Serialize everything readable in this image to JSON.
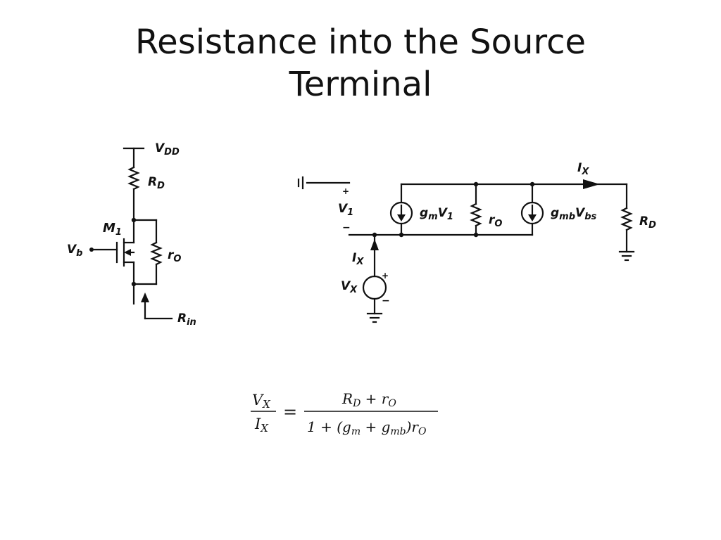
{
  "title": {
    "line1": "Resistance into the Source",
    "line2": "Terminal"
  },
  "left_circuit": {
    "vdd": "V",
    "vdd_sub": "DD",
    "rd": "R",
    "rd_sub": "D",
    "m1": "M",
    "m1_sub": "1",
    "vb": "V",
    "vb_sub": "b",
    "ro": "r",
    "ro_sub": "O",
    "rin": "R",
    "rin_sub": "in"
  },
  "right_circuit": {
    "v1": "V",
    "v1_sub": "1",
    "plus": "+",
    "minus": "−",
    "gm_v1_a": "g",
    "gm_v1_sub": "m",
    "gm_v1_b": "V",
    "gm_v1_sub2": "1",
    "ro": "r",
    "ro_sub": "O",
    "gmb_a": "g",
    "gmb_sub": "mb",
    "gmb_b": "V",
    "gmb_sub2": "bs",
    "ix_top": "I",
    "ix_top_sub": "X",
    "rd": "R",
    "rd_sub": "D",
    "ix_left": "I",
    "ix_left_sub": "X",
    "vx": "V",
    "vx_sub": "X"
  },
  "equation": {
    "lhs_num": "V",
    "lhs_num_sub": "X",
    "lhs_den": "I",
    "lhs_den_sub": "X",
    "equals": "=",
    "rhs_num": "R",
    "rhs_num_sub": "D",
    "rhs_num_mid": " + r",
    "rhs_num_sub2": "O",
    "rhs_den_a": "1 + (g",
    "rhs_den_sub1": "m",
    "rhs_den_b": " + g",
    "rhs_den_sub2": "mb",
    "rhs_den_c": ")r",
    "rhs_den_sub3": "O"
  }
}
